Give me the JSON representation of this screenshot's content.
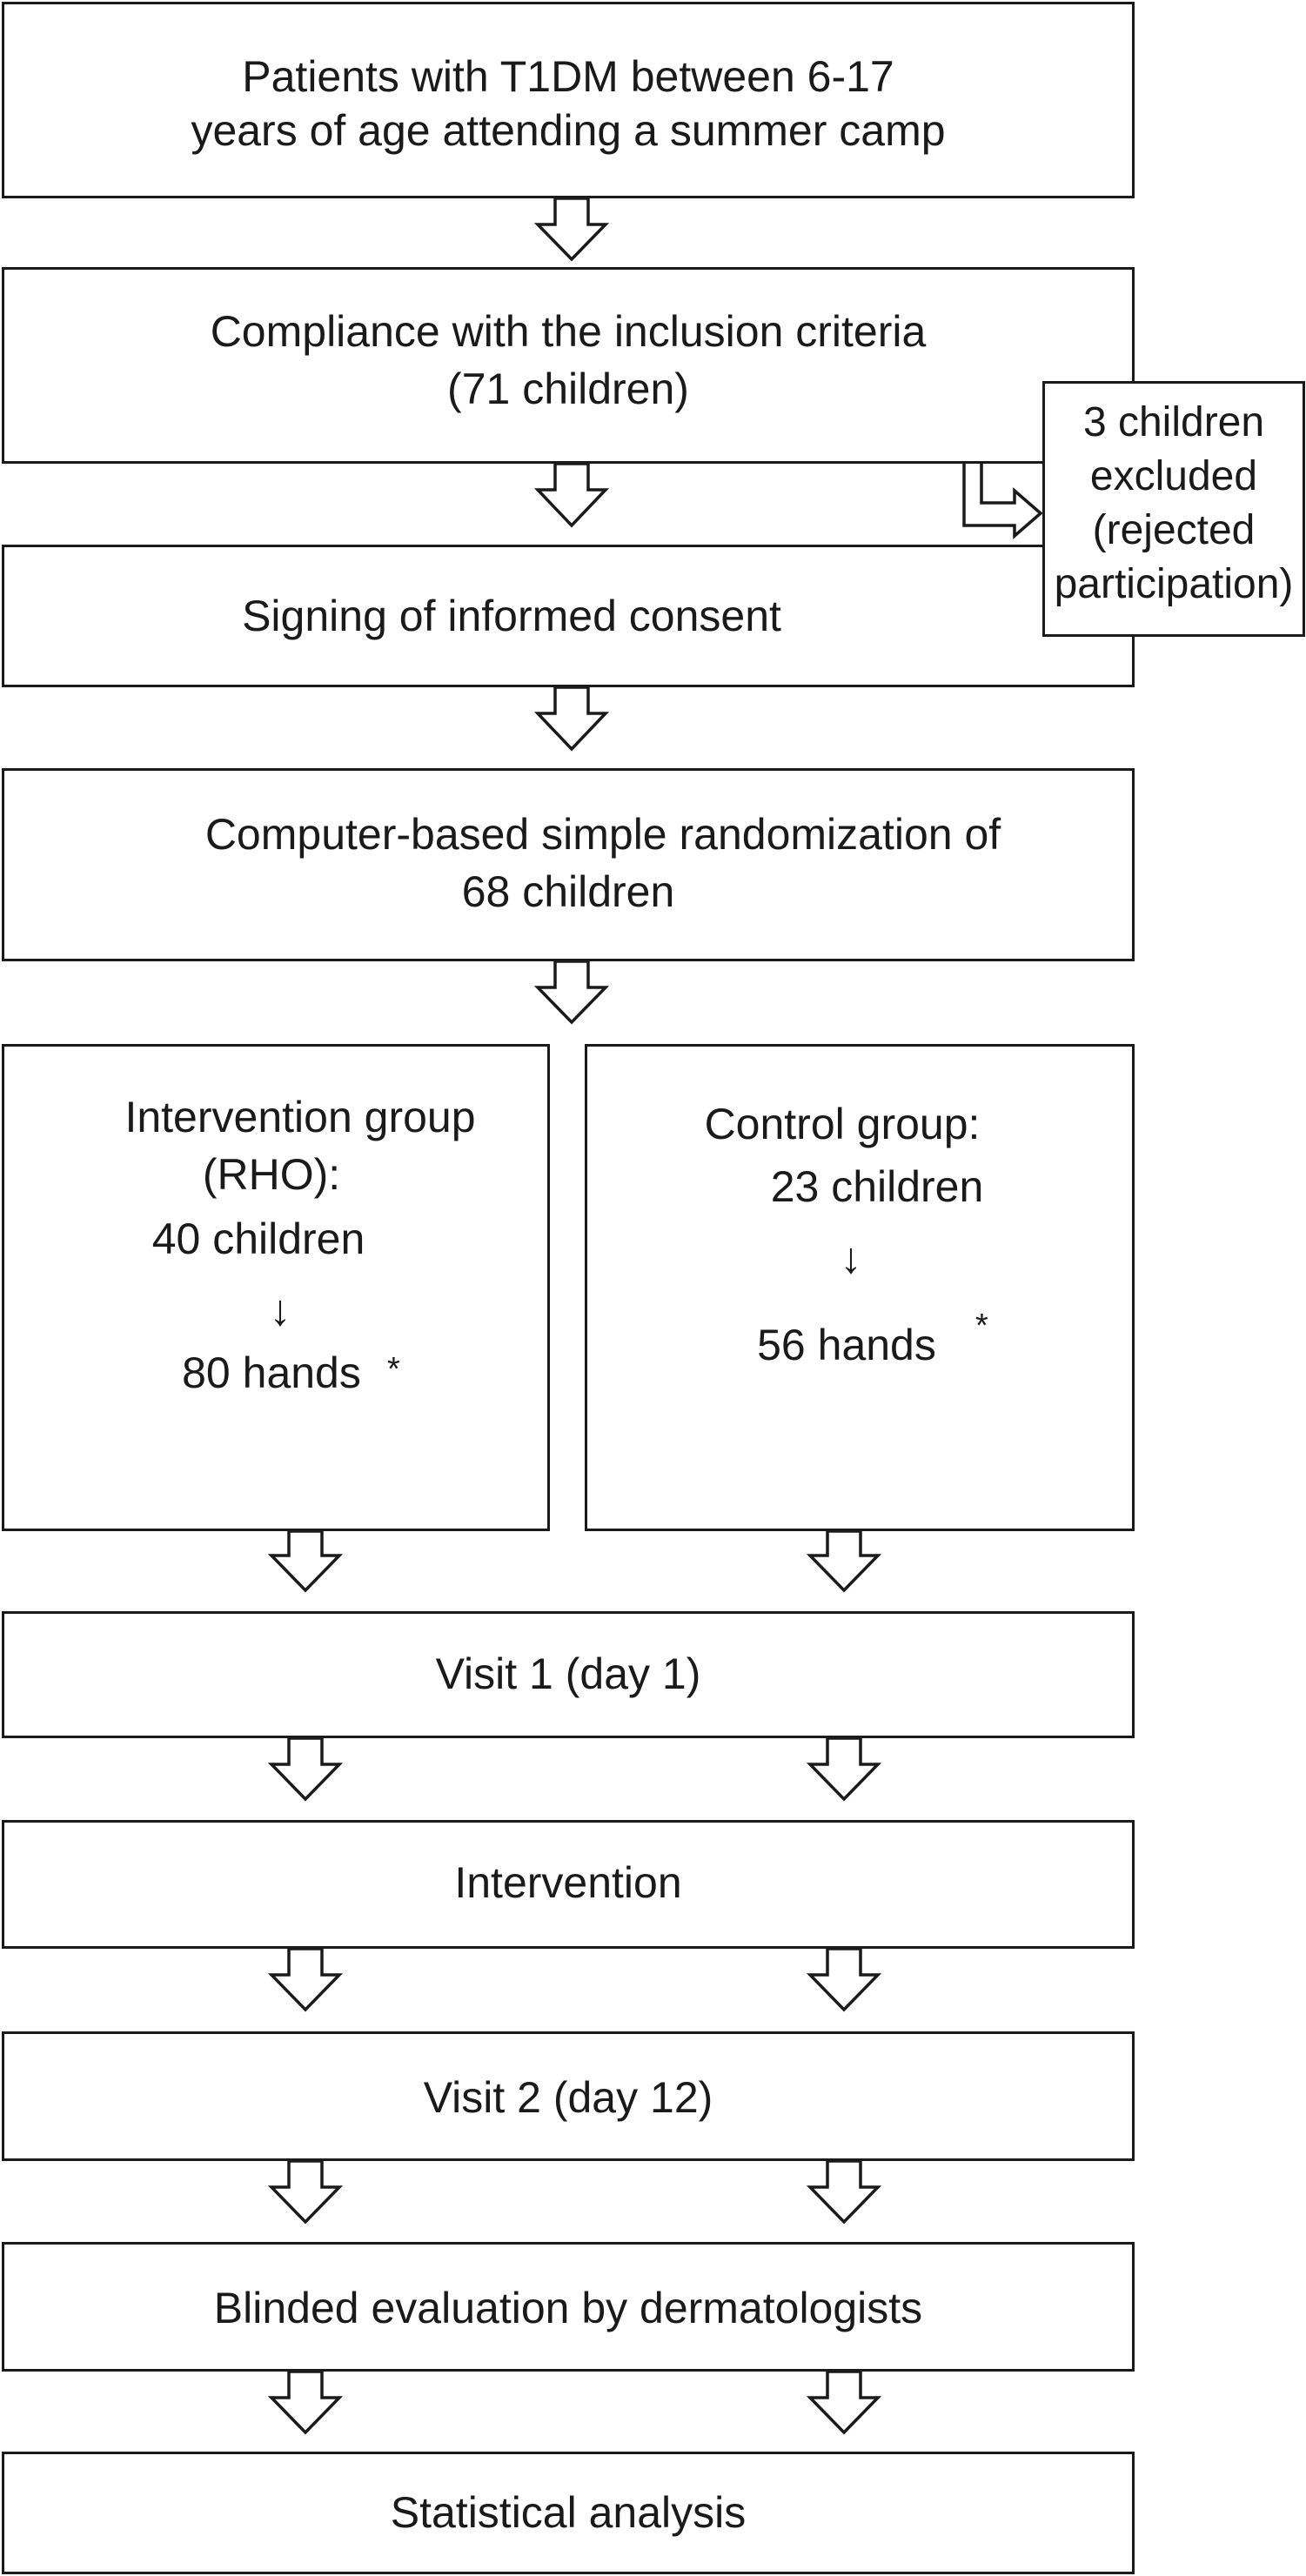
{
  "boxes": {
    "patients": {
      "line1": "Patients with T1DM between 6-17",
      "line2": "years of age attending a summer camp"
    },
    "compliance": {
      "line1": "Compliance with the inclusion criteria",
      "line2": "(71 children)"
    },
    "excluded": {
      "line1": "3 children",
      "line2": "excluded",
      "line3": "(rejected",
      "line4": "participation)"
    },
    "consent": {
      "line1": "Signing of informed consent"
    },
    "randomization": {
      "line1": "Computer-based simple randomization of",
      "line2": "68 children"
    },
    "intervention_group": {
      "line1": "Intervention group",
      "line2": "(RHO):",
      "line3": "40 children",
      "arrow": "↓",
      "line4": "80 hands",
      "asterisk": "*"
    },
    "control_group": {
      "line1": "Control group:",
      "line2": "23 children",
      "arrow": "↓",
      "line3": "56 hands",
      "asterisk": "*"
    },
    "visit1": {
      "line1": "Visit 1 (day 1)"
    },
    "intervention": {
      "line1": "Intervention"
    },
    "visit2": {
      "line1": "Visit 2 (day 12)"
    },
    "evaluation": {
      "line1": "Blinded evaluation by dermatologists"
    },
    "analysis": {
      "line1": "Statistical analysis"
    }
  }
}
